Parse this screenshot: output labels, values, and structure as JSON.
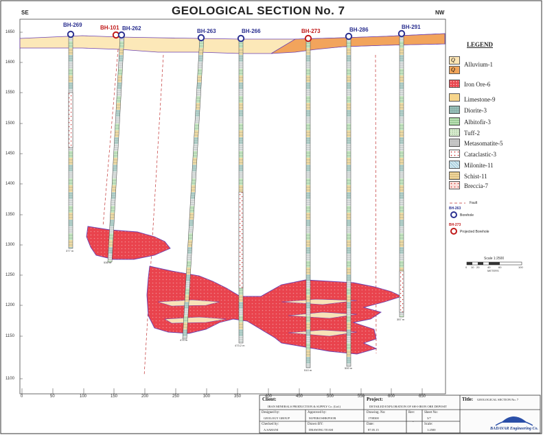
{
  "title": "GEOLOGICAL SECTION No. 7",
  "orientation": {
    "left": "SE",
    "right": "NW"
  },
  "elevation_ticks": [
    "1650",
    "1600",
    "1550",
    "1500",
    "1450",
    "1400",
    "1350",
    "1300",
    "1250",
    "1200",
    "1150",
    "1100"
  ],
  "distance_ticks": [
    "0",
    "50",
    "100",
    "150",
    "200",
    "250",
    "300",
    "350",
    "400",
    "450",
    "500",
    "550",
    "600",
    "650"
  ],
  "boreholes": [
    {
      "id": "BH-269",
      "type": "borehole",
      "depth_label": "377 m"
    },
    {
      "id": "BH-101",
      "type": "projected"
    },
    {
      "id": "BH-262",
      "type": "borehole",
      "depth_label": "536 m"
    },
    {
      "id": "BH-263",
      "type": "borehole",
      "depth_label": "474 m"
    },
    {
      "id": "BH-266",
      "type": "borehole",
      "depth_label": "473.2 m"
    },
    {
      "id": "BH-273",
      "type": "projected",
      "depth_label": "510 m"
    },
    {
      "id": "BH-286",
      "type": "borehole",
      "depth_label": "500 m"
    },
    {
      "id": "BH-291",
      "type": "borehole",
      "depth_label": "357 m"
    }
  ],
  "legend": {
    "title": "LEGEND",
    "items": [
      {
        "label": "Alluvium-1",
        "code": "Q",
        "color": "#fce5b4"
      },
      {
        "label": "",
        "code": "Q",
        "color": "#f0a45a"
      },
      {
        "label": "Iron Ore-6",
        "color": "#e8474f"
      },
      {
        "label": "Limestone-9",
        "color": "#f7d58b"
      },
      {
        "label": "Diorite-3",
        "color": "#9fc4be"
      },
      {
        "label": "Albitofir-3",
        "color": "#b8dfb2"
      },
      {
        "label": "Tuff-2",
        "color": "#d9ecd0"
      },
      {
        "label": "Metasomatite-5",
        "color": "#d2d2d2"
      },
      {
        "label": "Cataclastic-3",
        "color": "#ffffff"
      },
      {
        "label": "Milonite-11",
        "color": "#cfe6ee"
      },
      {
        "label": "Schist-11",
        "color": "#efd59c"
      },
      {
        "label": "Breccia-7",
        "color": "#fbe0dc"
      }
    ],
    "fault_label": "Fault",
    "borehole_label": "Borehole",
    "borehole_sample": "BH-263",
    "projected_label": "Projected Borehole",
    "projected_sample": "BH-273",
    "scale_label": "Scale 1:2500",
    "scale_ticks": [
      "0",
      "10",
      "20",
      "40",
      "60",
      "100"
    ],
    "scale_unit": "METERS"
  },
  "title_block": {
    "client_heading": "Client:",
    "client_value": "IRAN MINERALS PRODUCTION & SUPPLY Co. (Ltd.)",
    "project_heading": "Project:",
    "project_value": "DETAILED EXPLORATION OF SH-I-IRON ORE DEPOSIT",
    "title_heading": "Title:",
    "title_value": "GEOLOGICAL SECTION No. 7",
    "designed_by_heading": "Designed by:",
    "designed_by_value": "GEOLOGY GROUP",
    "approved_by_heading": "Approved by:",
    "approved_by_value": "M.PEIKOSHKPOOR",
    "checked_by_heading": "Checked by:",
    "checked_by_value": "A.SAHANI",
    "drawn_by_heading": "Drawn BY:",
    "drawn_by_value": "DRAWING TEAM",
    "drawing_no_heading": "Drawing. No:",
    "drawing_no_value": "1708300",
    "date_heading": "Date:",
    "date_value": "87.05.15",
    "rev_heading": "Rev:",
    "rev_value": "-",
    "sheet_no_heading": "Sheet No:",
    "sheet_no_value": "3/7",
    "scale_heading": "Scale:",
    "scale_value": "1:2500",
    "company_name": "BADAVAR Engineering Co."
  }
}
